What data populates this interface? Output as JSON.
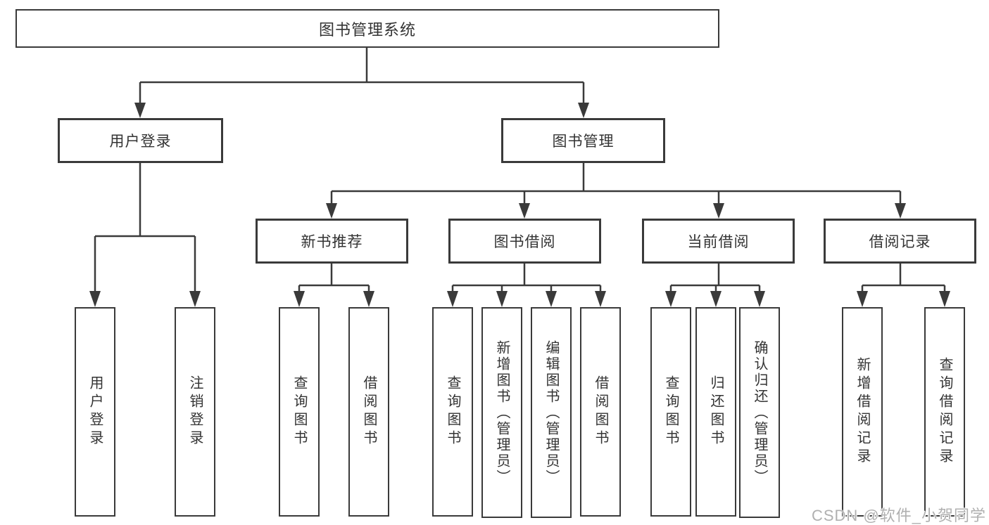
{
  "diagram": {
    "title": "图书管理系统",
    "level2": [
      {
        "label": "用户登录"
      },
      {
        "label": "图书管理"
      }
    ],
    "level3": [
      {
        "label": "新书推荐"
      },
      {
        "label": "图书借阅"
      },
      {
        "label": "当前借阅"
      },
      {
        "label": "借阅记录"
      }
    ],
    "leaves": {
      "user_login": [
        {
          "label": "用户登录"
        },
        {
          "label": "注销登录"
        }
      ],
      "new_book_recommend": [
        {
          "label": "查询图书"
        },
        {
          "label": "借阅图书"
        }
      ],
      "book_borrow": [
        {
          "label": "查询图书"
        },
        {
          "label": "新增图书（管理员）"
        },
        {
          "label": "编辑图书（管理员）"
        },
        {
          "label": "借阅图书"
        }
      ],
      "current_borrow": [
        {
          "label": "查询图书"
        },
        {
          "label": "归还图书"
        },
        {
          "label": "确认归还（管理员）"
        }
      ],
      "borrow_records": [
        {
          "label": "新增借阅记录"
        },
        {
          "label": "查询借阅记录"
        }
      ]
    },
    "watermark": "CSDN @软件_小贺同学",
    "colors": {
      "line": "#3a3a3a",
      "text": "#333333",
      "background": "#ffffff",
      "watermark": "#b0b0b0"
    }
  }
}
